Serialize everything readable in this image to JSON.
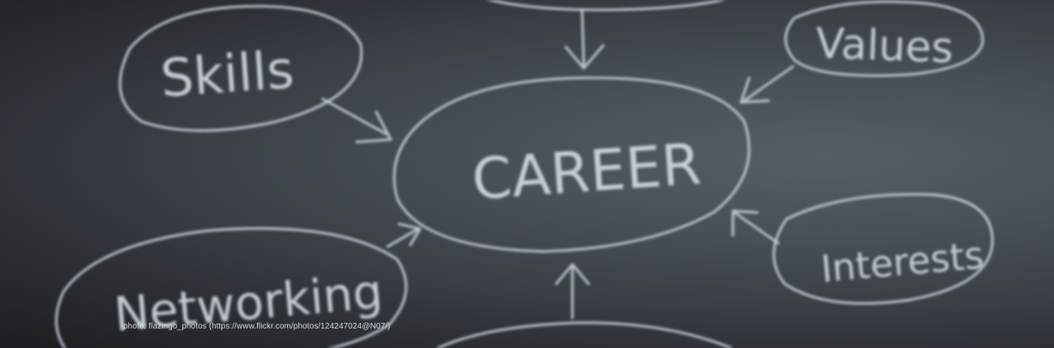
{
  "diagram": {
    "center": "CAREER",
    "nodes": {
      "skills": "Skills",
      "values": "Values",
      "networking": "Networking",
      "interests": "Interests"
    }
  },
  "credit": {
    "text": "photo: flazingo_photos  (https://www.flickr.com/photos/124247024@N07/)"
  },
  "colors": {
    "chalk": "#c9d2dc",
    "board": "#3a3f46"
  }
}
